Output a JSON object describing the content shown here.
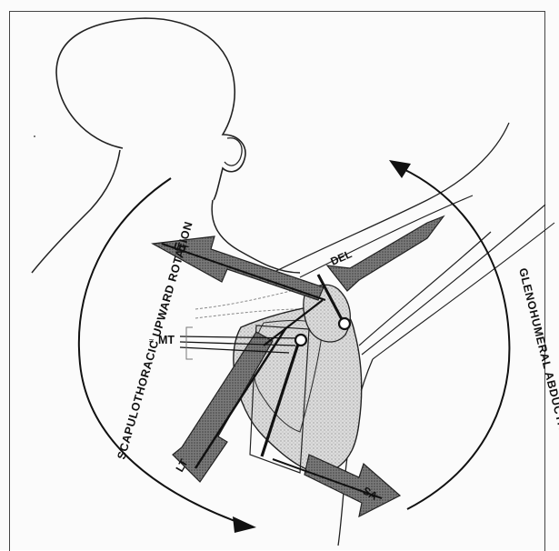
{
  "labels": {
    "left_arc": "SCAPULOTHORACIC UPWARD ROTATION",
    "right_arc": "GLENOHUMERAL ABDUCTION",
    "upper_trapezius": "UT",
    "deltoid": "DEL",
    "middle_trapezius": "MT",
    "lower_trapezius": "LT",
    "serratus_anterior": "SA"
  },
  "colors": {
    "ink": "#111111",
    "muscle_arrow": "#6e6e6e",
    "scapula_fill": "#d6d6d6",
    "background": "#fbfbfb"
  }
}
